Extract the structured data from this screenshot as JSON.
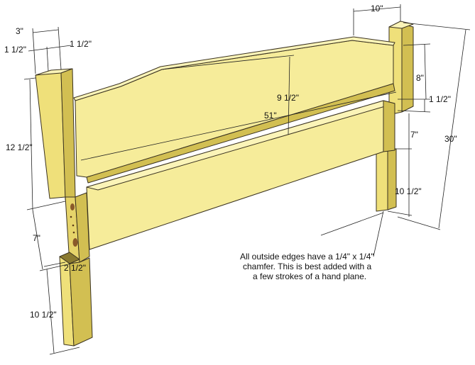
{
  "colors": {
    "wood_light": "#f6ec9a",
    "wood_mid": "#efe07a",
    "wood_dark": "#d2bf52",
    "wood_end": "#fbf4b8",
    "hole": "#8a5a2a",
    "line": "#222222"
  },
  "dimensions": {
    "left_post_width": "3\"",
    "left_post_half_a": "1 1/2\"",
    "left_post_half_b": "1 1/2\"",
    "left_upper_height": "12 1/2\"",
    "left_gap": "7\"",
    "left_notch": "2 1/2\"",
    "left_lower_height": "10 1/2\"",
    "top_width": "10\"",
    "headboard_rise": "9 1/2\"",
    "headboard_length": "51\"",
    "right_top_height": "8\"",
    "right_rail_gap": "1 1/2\"",
    "right_gap": "7\"",
    "right_lower_height": "10 1/2\"",
    "overall_height": "30\""
  },
  "note": {
    "line1": "All outside edges have a 1/4\" x 1/4\"",
    "line2": "chamfer.  This is best added with a",
    "line3": "a few strokes of a hand plane."
  }
}
